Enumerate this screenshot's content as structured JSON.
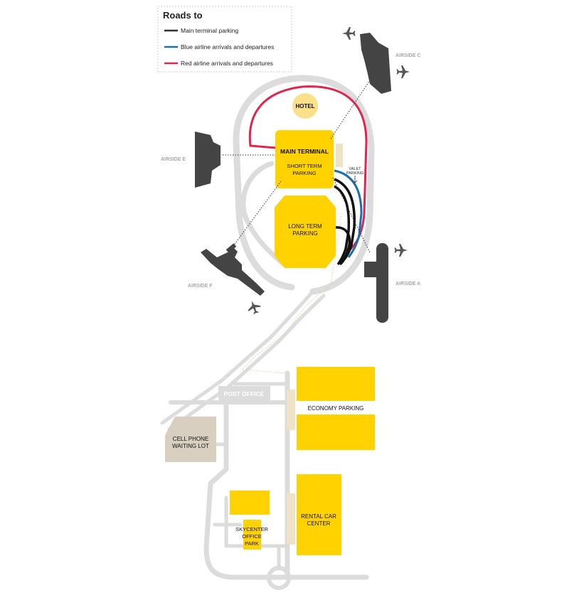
{
  "legend": {
    "title": "Roads to",
    "items": [
      {
        "label": "Main terminal parking",
        "color": "#333333"
      },
      {
        "label": "Blue airline arrivals and departures",
        "color": "#1a6fb0"
      },
      {
        "label": "Red airline arrivals and departures",
        "color": "#e0254f"
      }
    ]
  },
  "labels": {
    "hotel": "HOTEL",
    "main_terminal": "MAIN TERMINAL",
    "short_term_1": "SHORT TERM",
    "short_term_2": "PARKING",
    "valet_1": "VALET",
    "valet_2": "PARKING",
    "long_term_1": "LONG TERM",
    "long_term_2": "PARKING",
    "airside_a": "AIRSIDE A",
    "airside_c": "AIRSIDE C",
    "airside_e": "AIRSIDE E",
    "airside_f": "AIRSIDE F",
    "post_office": "POST OFFICE",
    "economy": "ECONOMY PARKING",
    "cell_1": "CELL PHONE",
    "cell_2": "WAITING LOT",
    "rental_1": "RENTAL CAR",
    "rental_2": "CENTER",
    "sky_1": "SKYCENTER",
    "sky_2": "OFFICE",
    "sky_3": "PARK"
  },
  "icons": [
    "airplane-icon"
  ],
  "colors": {
    "road": "#dcdcdc",
    "parking": "#ffd200",
    "hotel": "#fbe08a",
    "building": "#444444",
    "lot_tan": "#d8cfc0",
    "blue_route": "#1a6fb0",
    "red_route": "#e0254f",
    "black_route": "#111111"
  }
}
